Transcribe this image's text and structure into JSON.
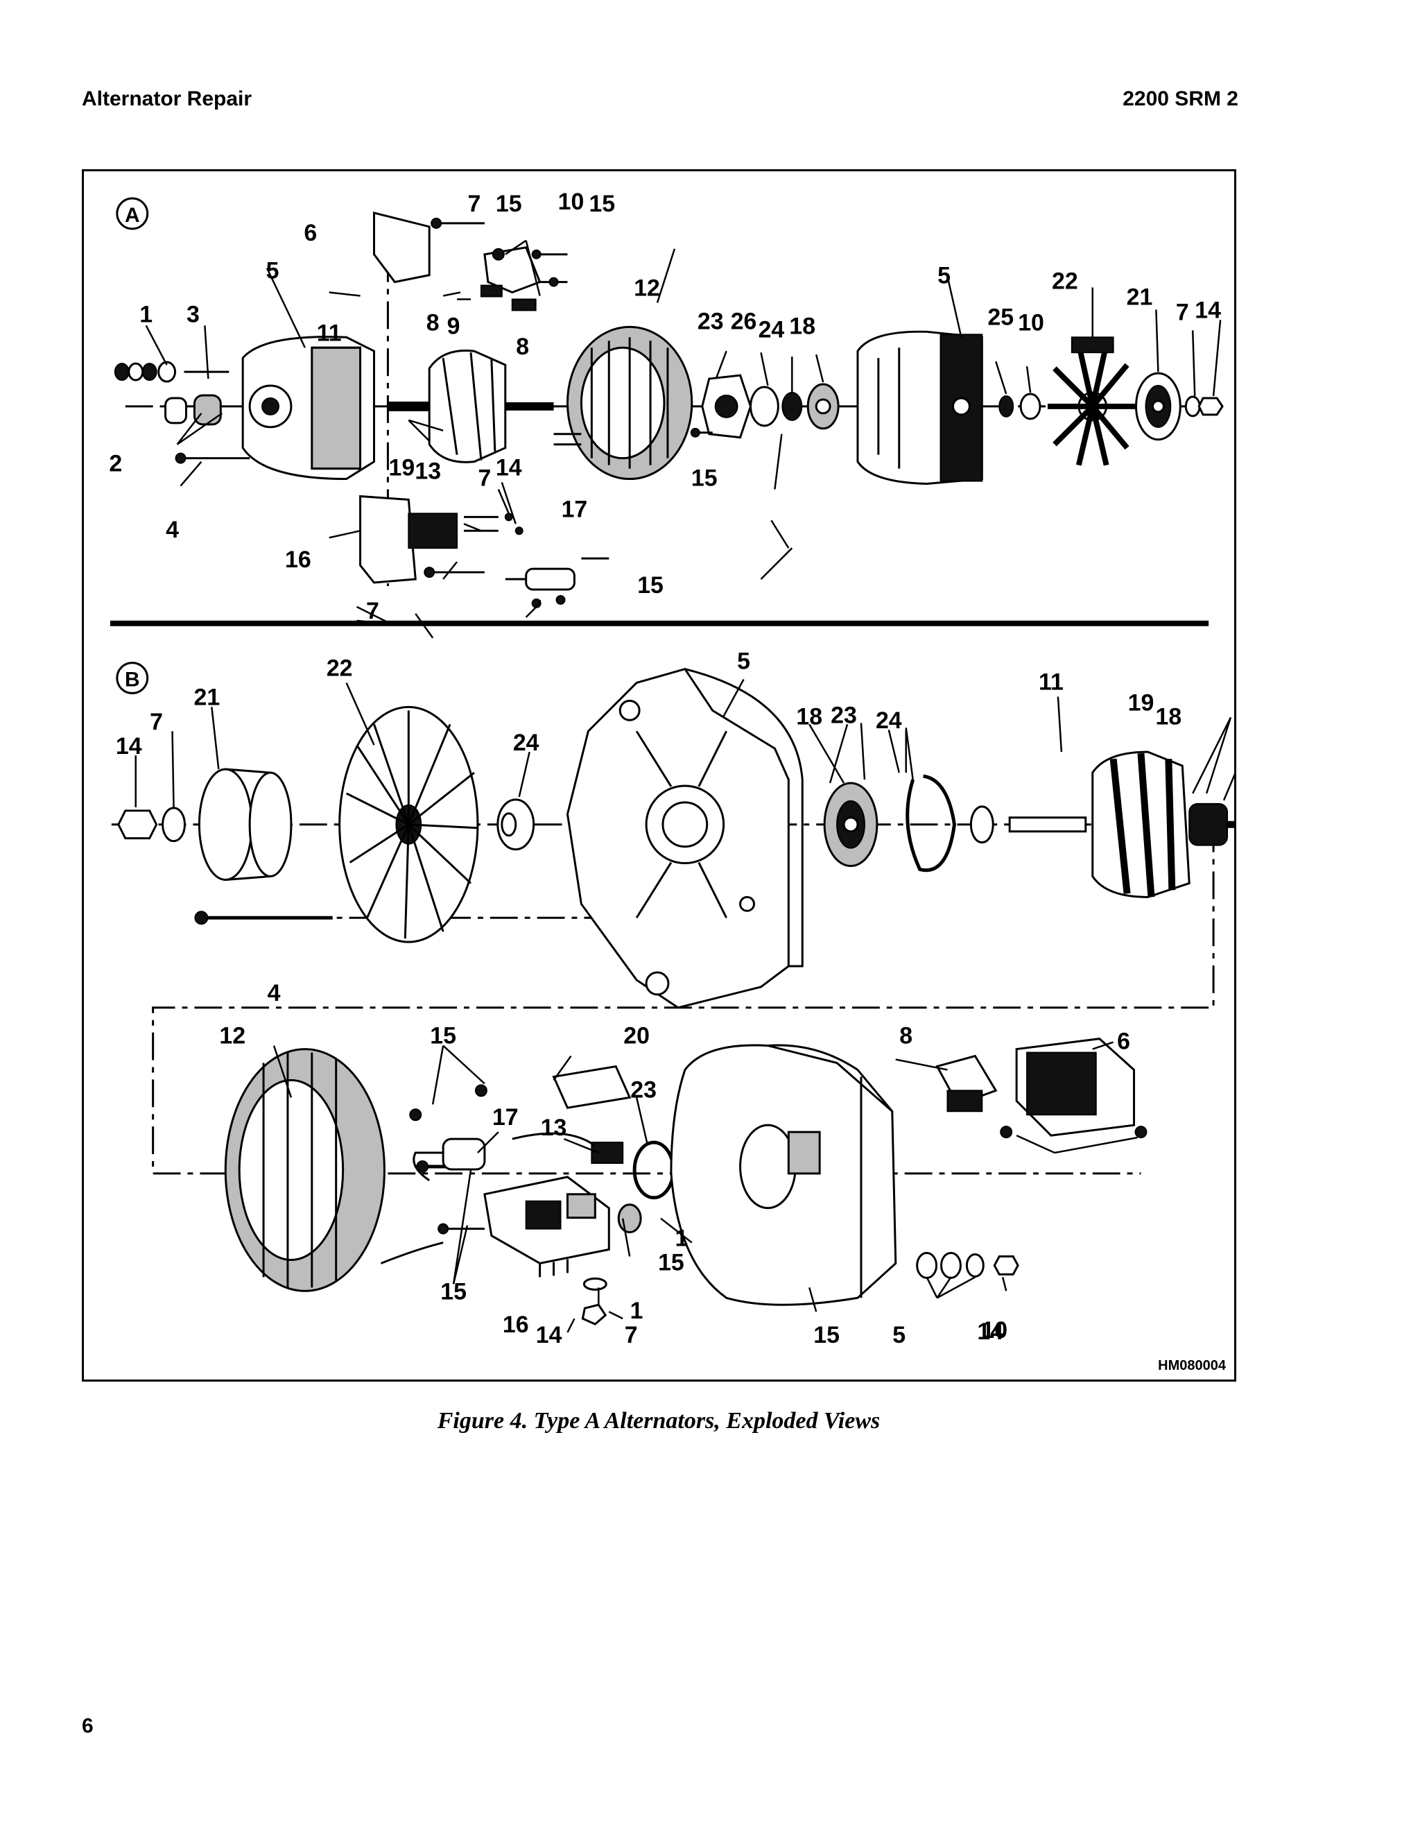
{
  "header": {
    "left": "Alternator Repair",
    "right": "2200 SRM 2"
  },
  "figure": {
    "view_a_marker": "A",
    "view_b_marker": "B",
    "code": "HM080004",
    "view_a_labels": [
      "7",
      "15",
      "10",
      "15",
      "6",
      "5",
      "12",
      "22",
      "1",
      "3",
      "8",
      "9",
      "8",
      "23",
      "26",
      "24",
      "18",
      "5",
      "25",
      "10",
      "21",
      "7",
      "14",
      "11",
      "2",
      "19",
      "13",
      "7",
      "14",
      "15",
      "4",
      "17",
      "16",
      "15",
      "7"
    ],
    "view_b_labels": [
      "5",
      "22",
      "11",
      "21",
      "19",
      "18",
      "7",
      "24",
      "18",
      "23",
      "24",
      "14",
      "4",
      "12",
      "15",
      "20",
      "8",
      "6",
      "23",
      "13",
      "17",
      "1",
      "15",
      "15",
      "16",
      "1",
      "14",
      "7",
      "15",
      "5",
      "10",
      "14"
    ]
  },
  "caption": "Figure 4.  Type A Alternators, Exploded Views",
  "page_number": "6"
}
